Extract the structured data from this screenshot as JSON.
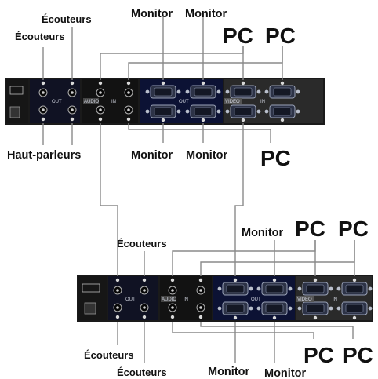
{
  "colors": {
    "chassis": "#1a1a1a",
    "audio_section": "#101223",
    "video_section": "#0c1234",
    "wire": "#8a8a8a",
    "text": "#111111"
  },
  "labels": {
    "earphones": "Écouteurs",
    "speakers": "Haut-parleurs",
    "monitor": "Monitor",
    "pc": "PC"
  },
  "panel": {
    "out": "OUT",
    "in": "IN",
    "audio": "AUDIO",
    "video": "VIDEO"
  }
}
